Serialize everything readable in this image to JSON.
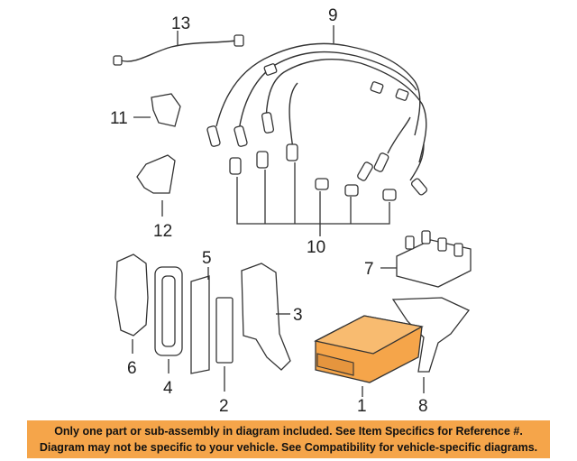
{
  "callouts": {
    "c1": "1",
    "c2": "2",
    "c3": "3",
    "c4": "4",
    "c5": "5",
    "c6": "6",
    "c7": "7",
    "c8": "8",
    "c9": "9",
    "c10": "10",
    "c11": "11",
    "c12": "12",
    "c13": "13"
  },
  "notice": {
    "line1": "Only one part or sub-assembly in diagram included. See Item Specifics for Reference #.",
    "line2": "Diagram may not be specific to your vehicle. See Compatibility for vehicle-specific diagrams."
  },
  "colors": {
    "highlight_part": "#f5a54a",
    "notice_bg": "#f5a54a"
  }
}
